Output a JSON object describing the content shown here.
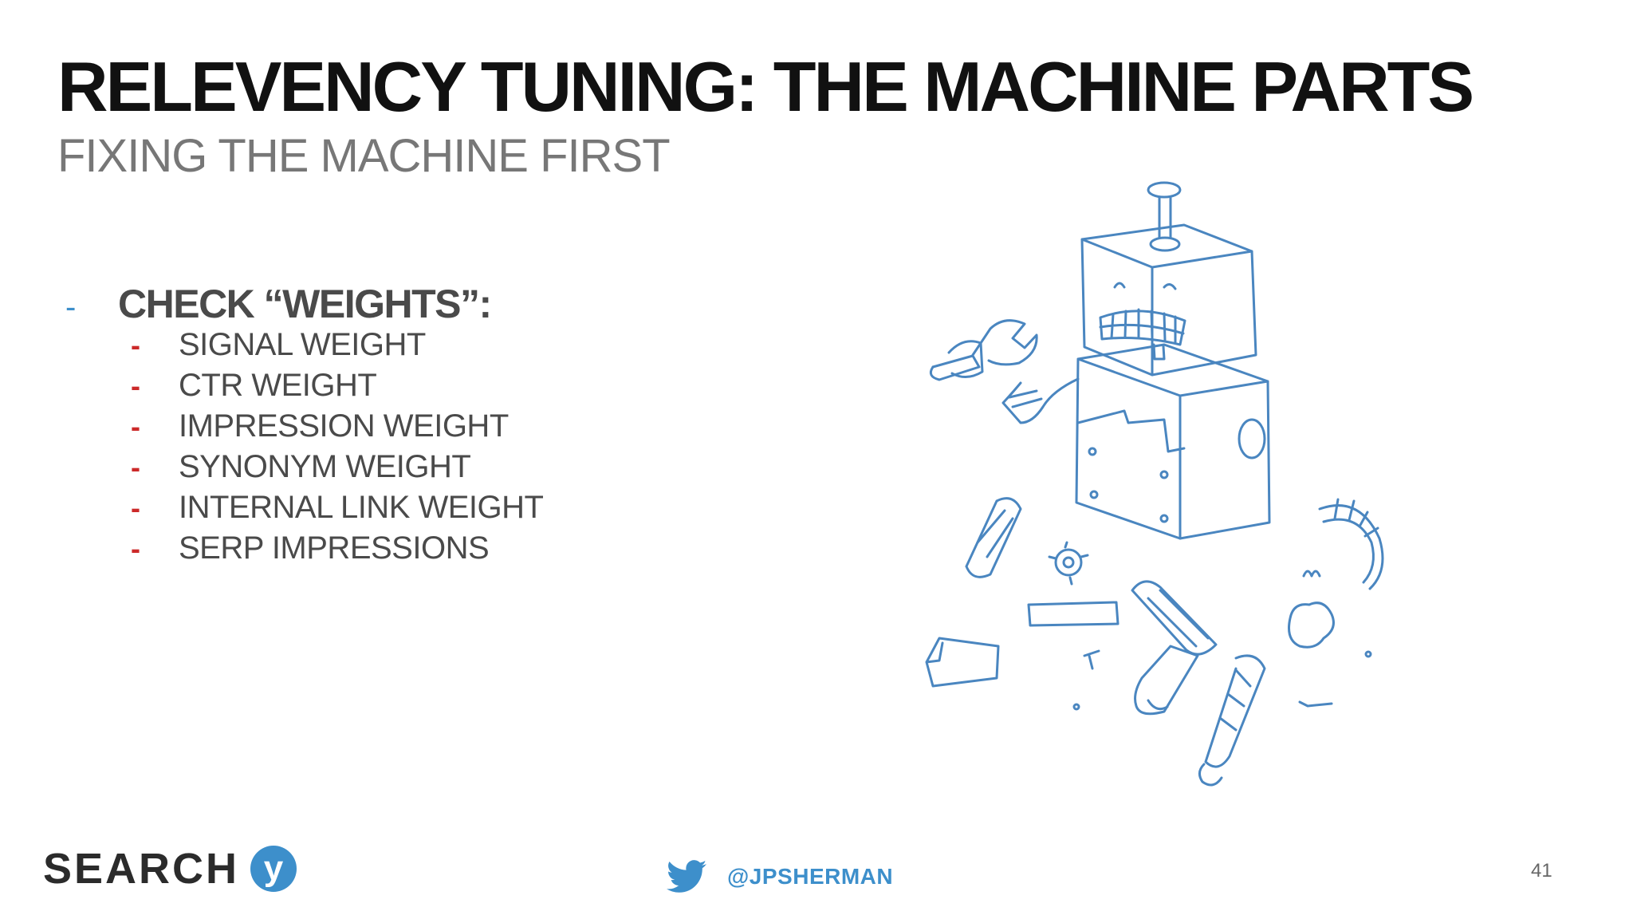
{
  "slide": {
    "title": "RELEVENCY TUNING: THE MACHINE PARTS",
    "subtitle": "FIXING THE MACHINE FIRST",
    "bullet": {
      "dash": "-",
      "text": "CHECK “WEIGHTS”:",
      "dash_color": "#3d8fcb",
      "sub_dash": "-",
      "sub_dash_color": "#cc2929",
      "items": [
        "SIGNAL WEIGHT",
        "CTR WEIGHT",
        "IMPRESSION WEIGHT",
        "SYNONYM WEIGHT",
        "INTERNAL LINK WEIGHT",
        "SERP IMPRESSIONS"
      ]
    },
    "illustration": "broken-robot-sketch",
    "footer": {
      "logo_text": "SEARCH",
      "logo_badge": "y",
      "twitter_icon": "twitter-bird-icon",
      "handle": "@JPSHERMAN",
      "page_number": "41"
    }
  }
}
